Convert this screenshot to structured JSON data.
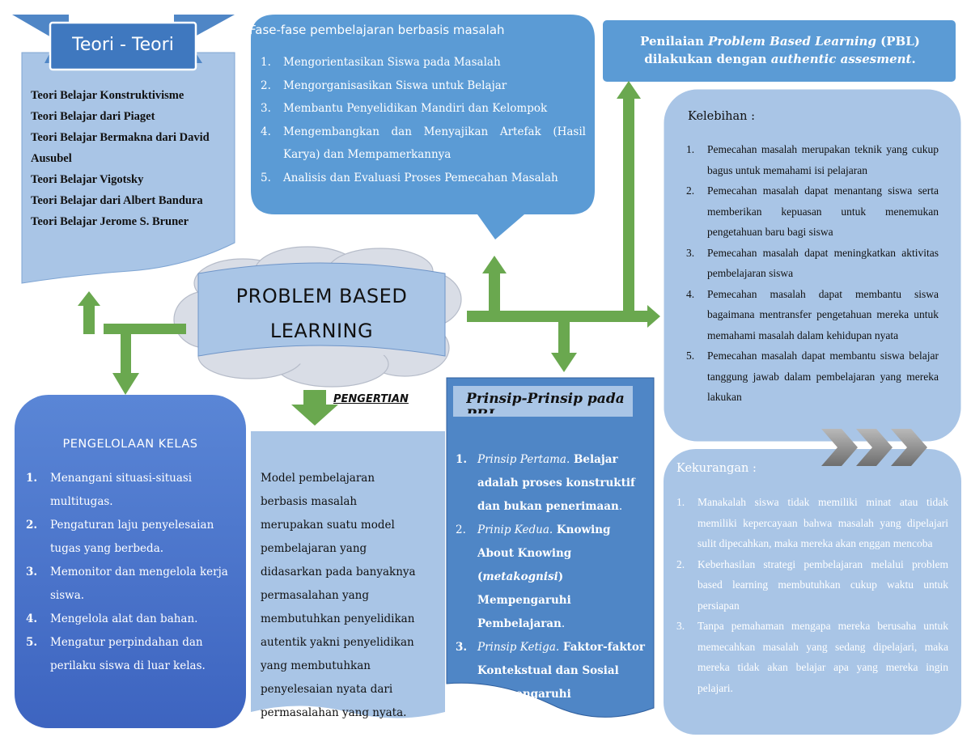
{
  "colors": {
    "green": "#6aa84f",
    "light_blue_fill": "#a9c5e6",
    "mid_blue_fill": "#5b9bd5",
    "dark_blue_fill": "#4472c4",
    "cloud_fill": "#d9dde6",
    "chevron": "#8f8f8f"
  },
  "teori": {
    "title": "Teori - Teori",
    "items": [
      "Teori Belajar Konstruktivisme",
      "Teori Belajar dari Piaget",
      "Teori Belajar Bermakna dari David",
      "Ausubel",
      "Teori Belajar Vigotsky",
      "Teori Belajar dari Albert Bandura",
      "Teori Belajar Jerome S. Bruner"
    ]
  },
  "fase": {
    "title": "Fase-fase pembelajaran berbasis masalah",
    "items": [
      {
        "num": "1.",
        "text": "Mengorientasikan Siswa pada Masalah"
      },
      {
        "num": "2.",
        "text": "Mengorganisasikan Siswa untuk Belajar"
      },
      {
        "num": "3.",
        "text": "Membantu Penyelidikan Mandiri dan Kelompok"
      },
      {
        "num": "4.",
        "text": "Mengembangkan dan Menyajikan Artefak (Hasil Karya) dan Mempamerkannya"
      },
      {
        "num": "5.",
        "text": "Analisis dan Evaluasi Proses Pemecahan Masalah"
      }
    ]
  },
  "penilaian": {
    "part1": "Penilaian ",
    "italic1": "Problem Based Learning",
    "part2": " (PBL) dilakukan dengan ",
    "italic2": "authentic assesment",
    "part3": "."
  },
  "kelebihan": {
    "title": "Kelebihan :",
    "items": [
      {
        "num": "1.",
        "text": "Pemecahan masalah merupakan teknik yang cukup bagus untuk memahami isi pelajaran"
      },
      {
        "num": "2.",
        "text": "Pemecahan masalah dapat menantang siswa serta memberikan kepuasan untuk menemukan pengetahuan baru bagi siswa"
      },
      {
        "num": "3.",
        "text": "Pemecahan masalah dapat meningkatkan aktivitas pembelajaran siswa"
      },
      {
        "num": "4.",
        "text": "Pemecahan masalah dapat membantu siswa bagaimana mentransfer pengetahuan mereka untuk memahami masalah dalam kehidupan nyata"
      },
      {
        "num": "5.",
        "text": "Pemecahan masalah dapat membantu siswa belajar tanggung jawab dalam pembelajaran yang mereka lakukan"
      }
    ]
  },
  "kekurangan": {
    "title": "Kekurangan :",
    "items": [
      {
        "num": "1.",
        "text": "Manakalah siswa tidak memiliki minat atau tidak memiliki kepercayaan bahwa masalah yang dipelajari sulit dipecahkan, maka mereka akan enggan mencoba"
      },
      {
        "num": "2.",
        "text": "Keberhasilan strategi pembelajaran melalui problem based learning membutuhkan cukup waktu untuk persiapan"
      },
      {
        "num": "3.",
        "text": "Tanpa pemahaman mengapa mereka berusaha untuk memecahkan masalah yang sedang dipelajari, maka mereka tidak akan belajar apa yang mereka ingin pelajari."
      }
    ]
  },
  "center": {
    "title_line1": "PROBLEM BASED",
    "title_line2": "LEARNING"
  },
  "pengelolaan": {
    "title": "PENGELOLAAN KELAS",
    "items": [
      {
        "num": "1.",
        "text": "Menangani situasi-situasi multitugas."
      },
      {
        "num": "2.",
        "text": "Pengaturan laju penyelesaian tugas yang berbeda."
      },
      {
        "num": "3.",
        "text": "Memonitor dan mengelola kerja siswa."
      },
      {
        "num": "4.",
        "text": "Mengelola alat dan bahan."
      },
      {
        "num": "5.",
        "text": "Mengatur perpindahan dan perilaku siswa di luar kelas."
      }
    ]
  },
  "pengertian": {
    "label": "PENGERTIAN",
    "text": "Model pembelajaran berbasis masalah merupakan suatu model pembelajaran yang didasarkan pada banyaknya permasalahan yang membutuhkan penyelidikan autentik yakni penyelidikan yang membutuhkan penyelesaian nyata dari permasalahan yang nyata."
  },
  "prinsip": {
    "title": "Prinsip-Prinsip pada PBL",
    "items": [
      {
        "num": "1.",
        "label": "Prinsip Pertama.",
        "text": " Belajar adalah proses konstruktif dan bukan penerimaan",
        "end": "."
      },
      {
        "num": "2.",
        "label": "Prinip Kedua.",
        "text": " Knowing About Knowing (",
        "text_italic": "metakognisi",
        "text2": ") Mempengaruhi Pembelajaran",
        "end": "."
      },
      {
        "num": "3.",
        "label": "Prinsip Ketiga.",
        "text": " Faktor-faktor Kontekstual dan Sosial Mempengaruhi Pembelajaran",
        "end": ""
      }
    ]
  }
}
